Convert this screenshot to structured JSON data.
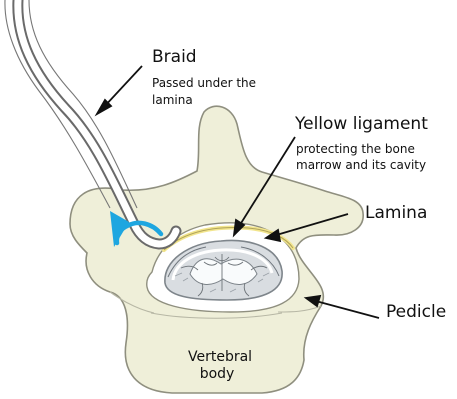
{
  "labels": {
    "braid": "Braid",
    "braid_note_1": "Passed under the",
    "braid_note_2": "lamina",
    "yellow_ligament": "Yellow ligament",
    "yellow_ligament_note_1": "protecting the bone",
    "yellow_ligament_note_2": "marrow and its cavity",
    "lamina": "Lamina",
    "pedicle": "Pedicle",
    "vertebral_body_1": "Vertebral",
    "vertebral_body_2": "body"
  },
  "colors": {
    "bone_fill": "#efefd9",
    "bone_outline": "#8f8f7f",
    "braid_outline": "#666666",
    "arrow_accent": "#1ea6e0",
    "text": "#111111"
  }
}
